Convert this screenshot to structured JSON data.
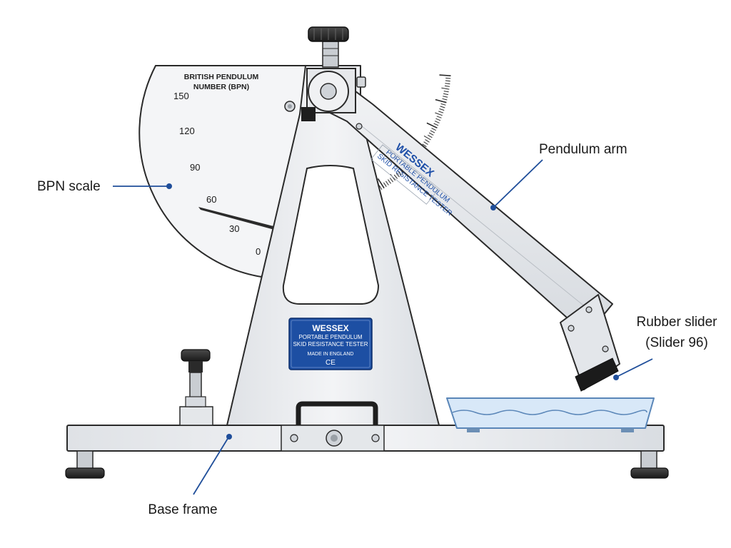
{
  "scale": {
    "title_line1": "BRITISH PENDULUM",
    "title_line2": "NUMBER (BPN)",
    "ticks": [
      "150",
      "120",
      "90",
      "60",
      "30",
      "0"
    ]
  },
  "plate": {
    "brand": "WESSEX",
    "line1": "PORTABLE PENDULUM",
    "line2": "SKID RESISTANCE TESTER",
    "line3": "MADE IN ENGLAND",
    "mark": "CE"
  },
  "arm_text": {
    "brand": "WESSEX",
    "line1": "PORTABLE PENDULUM",
    "line2": "SKID RESISTANCE TESTER"
  },
  "labels": {
    "bpn_scale": "BPN scale",
    "pendulum_arm": "Pendulum arm",
    "rubber_slider_1": "Rubber slider",
    "rubber_slider_2": "(Slider 96)",
    "base_frame": "Base frame"
  },
  "colors": {
    "callout": "#1f4e9a",
    "plate": "#1d4fa3",
    "metal": "#eceef1",
    "outline": "#2a2a2a",
    "water": "#cfe3f7"
  }
}
